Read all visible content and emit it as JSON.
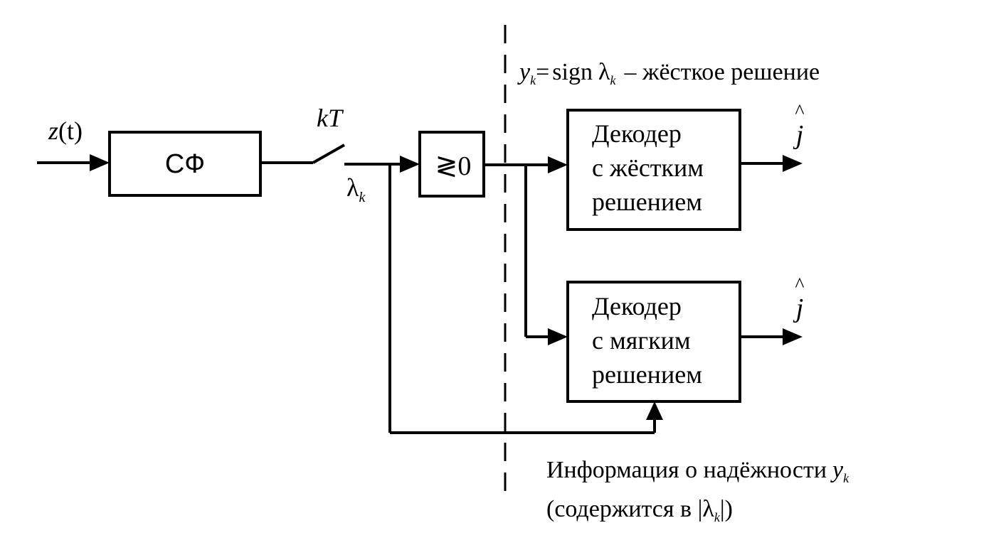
{
  "input": {
    "label_var": "z",
    "label_arg": "(t)"
  },
  "matched_filter": {
    "label": "СФ"
  },
  "sampler": {
    "label": "kT"
  },
  "sample": {
    "label": "λ",
    "sub": "k"
  },
  "comparator": {
    "label": "≷0"
  },
  "hard_rule": {
    "y": "y",
    "y_sub": "k",
    "eq": "=",
    "fn": "sign",
    "lambda": "λ",
    "lambda_sub": "k",
    "text": "– жёсткое решение"
  },
  "hard_decoder": {
    "lines": [
      "Декодер",
      "с жёстким",
      "решением"
    ]
  },
  "soft_decoder": {
    "lines": [
      "Декодер",
      "с мягким",
      "решением"
    ]
  },
  "output_hard": {
    "label": "j",
    "hat": "^"
  },
  "output_soft": {
    "label": "j",
    "hat": "^"
  },
  "reliability": {
    "line1": "Информация о надёжности",
    "line1_y": "y",
    "line1_sub": "k",
    "line2_prefix": "(содержится в |",
    "line2_lambda": "λ",
    "line2_sub": "k",
    "line2_suffix": "|)"
  },
  "colors": {
    "ink": "#000000",
    "background": "#ffffff"
  }
}
